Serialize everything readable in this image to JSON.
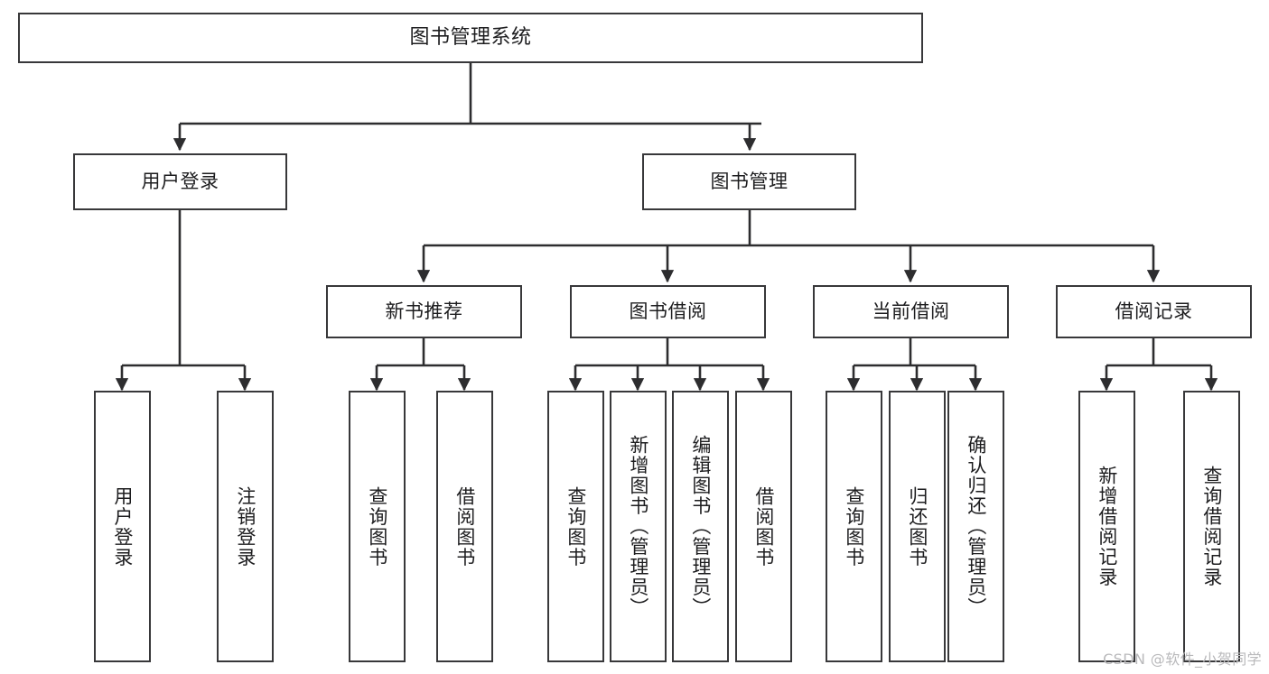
{
  "diagram": {
    "type": "tree-hierarchy",
    "title": "图书管理系统",
    "watermark": "CSDN @软件_小贺同学",
    "colors": {
      "box_stroke": "#38383a",
      "box_fill": "#ffffff",
      "connector": "#2d2d2f",
      "text": "#1d1d1f",
      "watermark": "#b9b9bb",
      "background": "#ffffff"
    },
    "nodes": {
      "root": {
        "label": "图书管理系统",
        "level": 0
      },
      "level1": [
        {
          "id": "user-login",
          "label": "用户登录"
        },
        {
          "id": "book-manage",
          "label": "图书管理"
        }
      ],
      "level2": [
        {
          "id": "new-book-recommend",
          "label": "新书推荐",
          "parent": "book-manage"
        },
        {
          "id": "book-borrow",
          "label": "图书借阅",
          "parent": "book-manage"
        },
        {
          "id": "current-borrow",
          "label": "当前借阅",
          "parent": "book-manage"
        },
        {
          "id": "borrow-record",
          "label": "借阅记录",
          "parent": "book-manage"
        }
      ],
      "leaves": {
        "user-login": [
          {
            "id": "leaf-user-login",
            "label": "用户登录"
          },
          {
            "id": "leaf-logout",
            "label": "注销登录"
          }
        ],
        "new-book-recommend": [
          {
            "id": "leaf-query-book-1",
            "label": "查询图书"
          },
          {
            "id": "leaf-borrow-book-1",
            "label": "借阅图书"
          }
        ],
        "book-borrow": [
          {
            "id": "leaf-query-book-2",
            "label": "查询图书"
          },
          {
            "id": "leaf-add-book",
            "label": "新增图书（管理员）"
          },
          {
            "id": "leaf-edit-book",
            "label": "编辑图书（管理员）"
          },
          {
            "id": "leaf-borrow-book-2",
            "label": "借阅图书"
          }
        ],
        "current-borrow": [
          {
            "id": "leaf-query-book-3",
            "label": "查询图书"
          },
          {
            "id": "leaf-return-book",
            "label": "归还图书"
          },
          {
            "id": "leaf-confirm-return",
            "label": "确认归还（管理员）"
          }
        ],
        "borrow-record": [
          {
            "id": "leaf-add-record",
            "label": "新增借阅记录"
          },
          {
            "id": "leaf-query-record",
            "label": "查询借阅记录"
          }
        ]
      }
    }
  }
}
